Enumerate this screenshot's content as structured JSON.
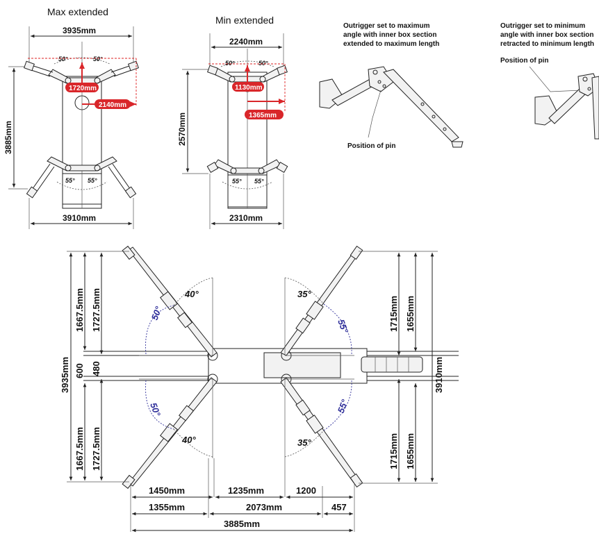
{
  "max_extended": {
    "title": "Max extended",
    "top_width": "3935mm",
    "bottom_width": "3910mm",
    "height": "3885mm",
    "angle_top_left": "50°",
    "angle_top_right": "50°",
    "angle_bottom_left": "55°",
    "angle_bottom_right": "55°",
    "red_label_1": "1720mm",
    "red_label_2": "2140mm"
  },
  "min_extended": {
    "title": "Min extended",
    "top_width": "2240mm",
    "bottom_width": "2310mm",
    "height": "2570mm",
    "angle_top_left": "50°",
    "angle_top_right": "50°",
    "angle_bottom_left": "55°",
    "angle_bottom_right": "55°",
    "red_label_1": "1130mm",
    "red_label_2": "1365mm"
  },
  "outrigger_max": {
    "note_line1": "Outrigger set to maximum",
    "note_line2": "angle with inner box section",
    "note_line3": "extended to maximum length",
    "pin_label": "Position of pin"
  },
  "outrigger_min": {
    "note_line1": "Outrigger set to minimum",
    "note_line2": "angle with inner box section",
    "note_line3": "retracted to minimum length",
    "pin_label": "Position of pin"
  },
  "plan_view": {
    "left_total": "3935mm",
    "left_upper_outer": "1667.5mm",
    "left_upper_inner": "1727.5mm",
    "left_mid_outer": "600",
    "left_mid_inner": "480",
    "left_lower_outer": "1667.5mm",
    "left_lower_inner": "1727.5mm",
    "right_total": "3910mm",
    "right_upper_inner": "1715mm",
    "right_upper_outer": "1655mm",
    "right_lower_inner": "1715mm",
    "right_lower_outer": "1655mm",
    "angle_tl_black": "40°",
    "angle_tl_blue": "50°",
    "angle_tr_black": "35°",
    "angle_tr_blue": "55°",
    "angle_bl_blue": "50°",
    "angle_bl_black": "40°",
    "angle_br_black": "35°",
    "angle_br_blue": "55°",
    "bottom_row1_a": "1450mm",
    "bottom_row1_b": "1235mm",
    "bottom_row1_c": "1200",
    "bottom_row2_a": "1355mm",
    "bottom_row2_b": "2073mm",
    "bottom_row2_c": "457",
    "bottom_total": "3885mm"
  }
}
